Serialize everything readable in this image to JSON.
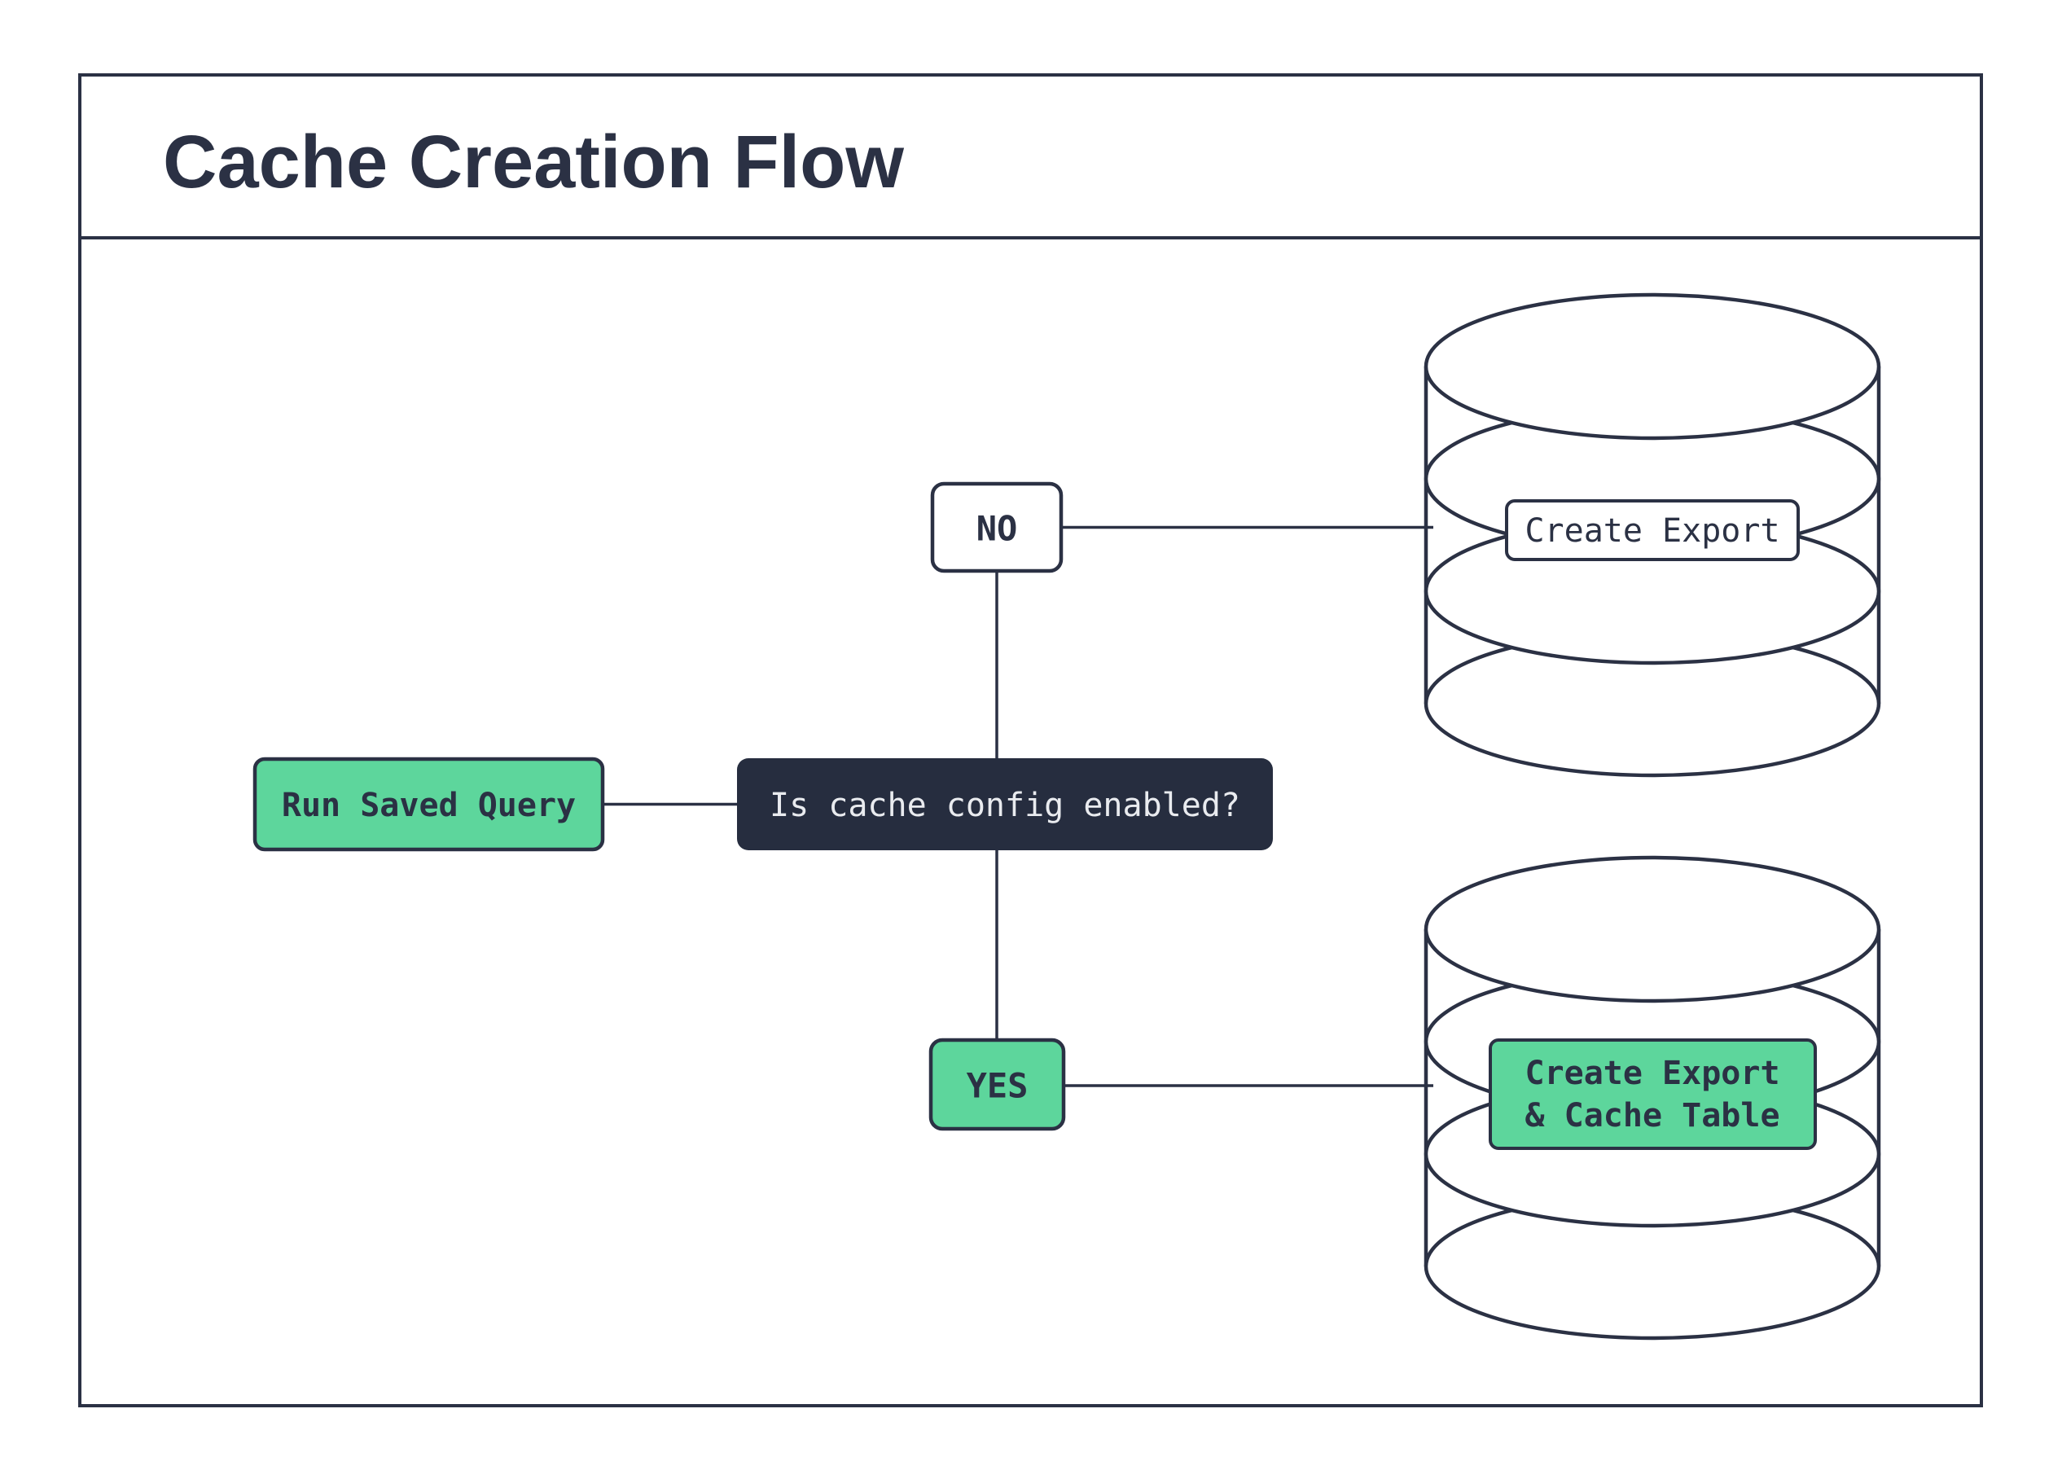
{
  "title": "Cache Creation Flow",
  "colors": {
    "ink": "#2b3144",
    "green": "#5dd69c",
    "paper": "#ffffff",
    "dark_fill": "#262d3f",
    "light_text": "#e9ebef"
  },
  "nodes": {
    "start": {
      "label": "Run Saved Query"
    },
    "decision": {
      "label": "Is cache config enabled?"
    },
    "no": {
      "label": "NO"
    },
    "yes": {
      "label": "YES"
    },
    "export_db": {
      "label": "Create Export"
    },
    "export_cache_db": {
      "lines": [
        "Create Export",
        "& Cache Table"
      ]
    }
  }
}
